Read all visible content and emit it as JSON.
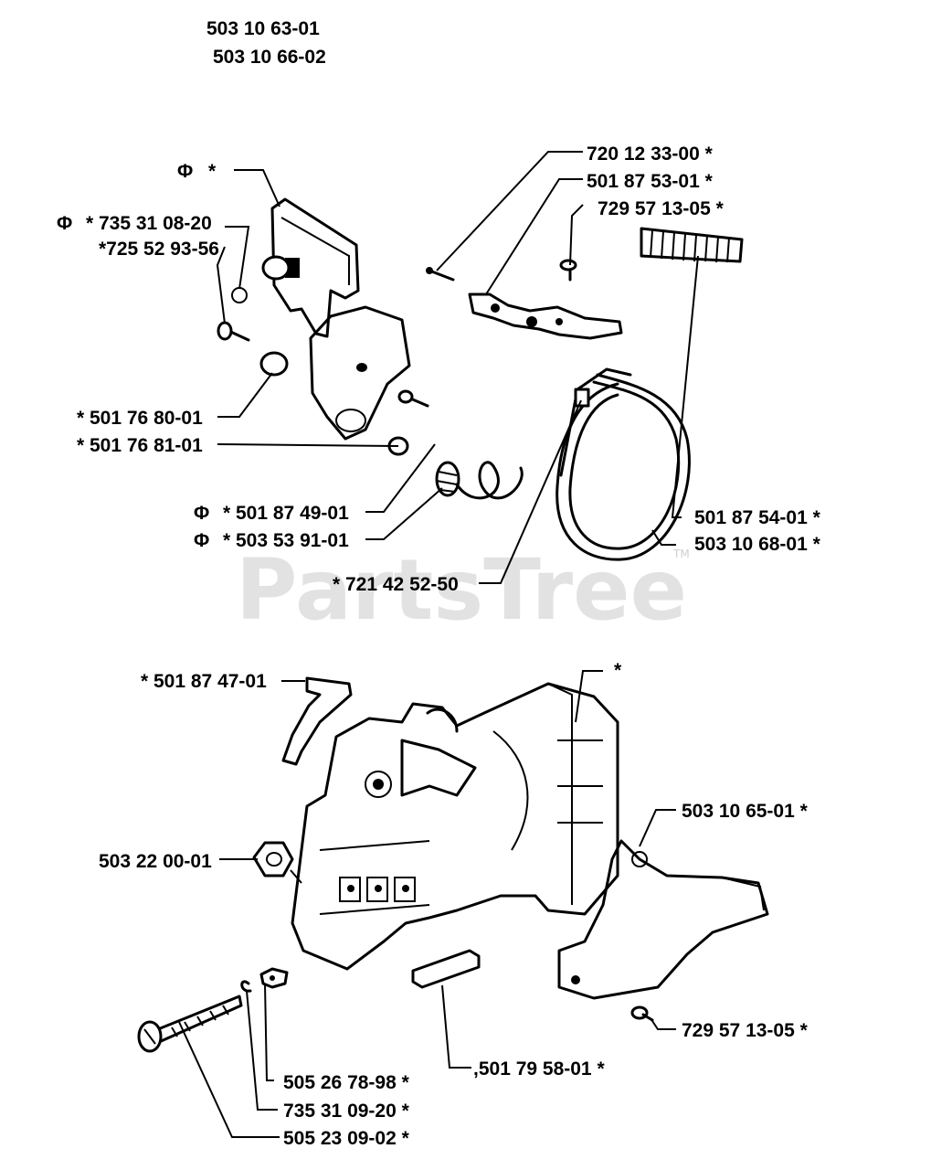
{
  "header": {
    "model_1": "503 10 63-01",
    "model_2": "503 10 66-02"
  },
  "watermark": {
    "brand": "PartsTree",
    "trademark": "TM"
  },
  "symbols": {
    "circle_mark": "Φ"
  },
  "labels": {
    "chain_brake_handle": "*",
    "screw_735_31_08_20": "* 735 31 08-20",
    "washer_725_52_93_56": "*725 52 93-56",
    "part_501_76_80_01": "* 501 76 80-01",
    "part_501_76_81_01": "* 501 76 81-01",
    "part_501_87_49_01": "* 501 87 49-01",
    "part_503_53_91_01": "* 503 53 91-01",
    "part_720_12_33_00": "720 12 33-00  *",
    "part_501_87_53_01": "501 87 53-01  *",
    "part_729_57_13_05_top": "729 57 13-05  *",
    "part_501_87_54_01": "501 87 54-01  *",
    "part_503_10_68_01": "503 10 68-01  *",
    "part_721_42_52_50": "* 721 42 52-50",
    "part_501_87_47_01": "* 501 87 47-01",
    "housing_mark": "*",
    "part_503_10_65_01": "503 10 65-01  *",
    "part_503_22_00_01": "503 22 00-01",
    "part_729_57_13_05_bottom": "729 57 13-05  *",
    "part_501_79_58_01": ",501 79 58-01  *",
    "part_505_26_78_98": "505 26 78-98  *",
    "part_735_31_09_20": "735 31 09-20  *",
    "part_505_23_09_02": "505 23 09-02  *"
  }
}
